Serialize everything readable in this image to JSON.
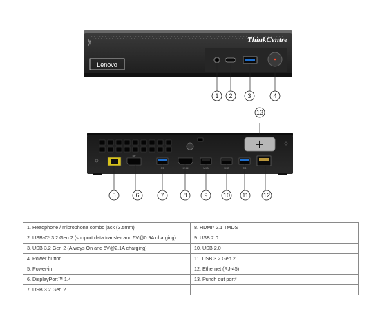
{
  "front": {
    "brand": "ThinkCentre",
    "logo": "Lenovo",
    "side_mark": "UNQ"
  },
  "rear": {
    "port_labels": {
      "displayport": "DP",
      "usb_left": "SS",
      "hdmi": "HDMI",
      "usb_a": "USB",
      "usb_b": "USB",
      "usb_c": "SS"
    }
  },
  "callouts": {
    "front": [
      "1",
      "2",
      "3",
      "4"
    ],
    "rear": [
      "5",
      "6",
      "7",
      "8",
      "9",
      "10",
      "11",
      "12"
    ],
    "punchout": "13"
  },
  "legend": {
    "rows": [
      [
        "1.   Headphone / microphone combo jack (3.5mm)",
        "8.   HDMI* 2.1 TMDS"
      ],
      [
        "2.   USB-C* 3.2 Gen 2 (support data transfer and 5V@0.9A charging)",
        "9.   USB 2.0"
      ],
      [
        "3.   USB 3.2 Gen 2 (Always On and 5V@2.1A charging)",
        "10. USB 2.0"
      ],
      [
        "4.   Power button",
        "11.   USB 3.2 Gen 2"
      ],
      [
        "5.   Power-in",
        "12. Ethernet (RJ-45)"
      ],
      [
        "6.   DisplayPort™ 1.4",
        "13. Punch out port*"
      ],
      [
        "7.   USB 3.2 Gen 2",
        ""
      ]
    ]
  }
}
